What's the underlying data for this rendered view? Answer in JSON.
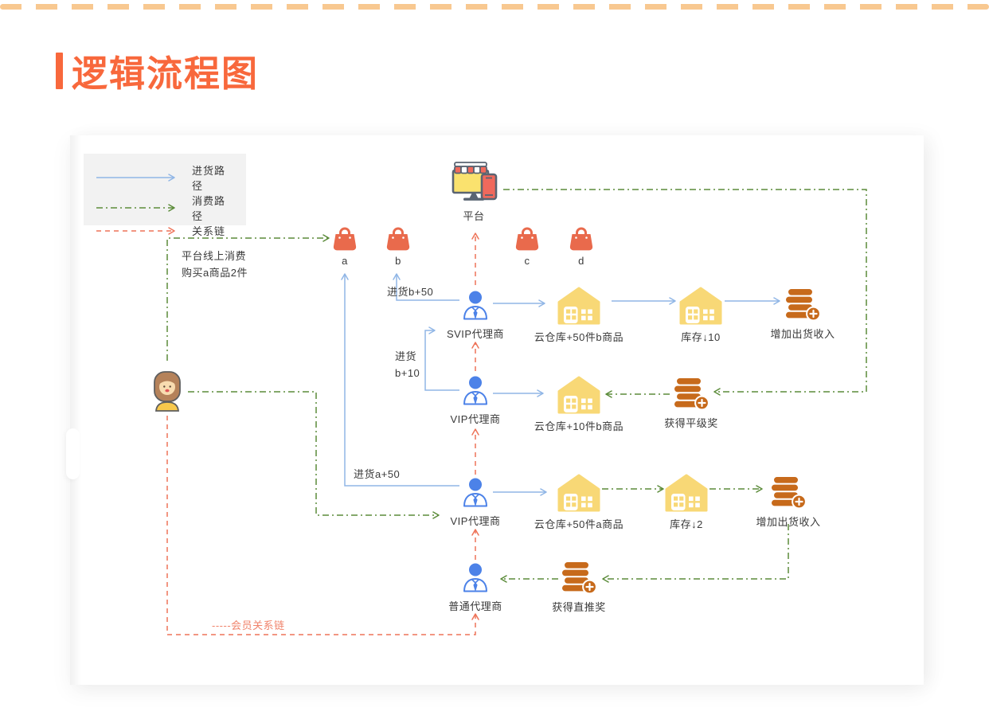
{
  "page": {
    "title": "逻辑流程图"
  },
  "colors": {
    "accent_orange": "#F8683C",
    "top_dash": "#F8C890",
    "path_blue": "#90B6E6",
    "path_green": "#5C8C3A",
    "path_red": "#EE7358",
    "member_text": "#F0846C",
    "person_blue": "#4C82E8",
    "warehouse_yellow": "#F8D876",
    "coin_orange": "#C76A1B",
    "bag_coral": "#E96A4C",
    "legend_bg": "#F2F2F2",
    "label_gray": "#3A3A3A"
  },
  "legend": {
    "purchase_path": "进货路径",
    "consume_path": "消费路径",
    "relation_chain": "关系链"
  },
  "nodes": {
    "platform": {
      "label": "平台"
    },
    "bag_a": {
      "label": "a"
    },
    "bag_b": {
      "label": "b"
    },
    "bag_c": {
      "label": "c"
    },
    "bag_d": {
      "label": "d"
    },
    "svip_agent": {
      "label": "SVIP代理商"
    },
    "warehouse_b50": {
      "label": "云仓库+50件b商品"
    },
    "stock_down_10": {
      "label": "库存↓10"
    },
    "income_top": {
      "label": "增加出货收入"
    },
    "vip_agent_b": {
      "label": "VIP代理商"
    },
    "warehouse_b10": {
      "label": "云仓库+10件b商品"
    },
    "peer_award": {
      "label": "获得平级奖"
    },
    "vip_agent_a": {
      "label": "VIP代理商"
    },
    "warehouse_a50": {
      "label": "云仓库+50件a商品"
    },
    "stock_down_2": {
      "label": "库存↓2"
    },
    "income_bottom": {
      "label": "增加出货收入"
    },
    "ordinary_agent": {
      "label": "普通代理商"
    },
    "direct_award": {
      "label": "获得直推奖"
    }
  },
  "annotations": {
    "consume_note_line1": "平台线上消费",
    "consume_note_line2": "购买a商品2件",
    "restock_b50": "进货b+50",
    "restock_b10_line1": "进货",
    "restock_b10_line2": "b+10",
    "restock_a50": "进货a+50",
    "member_chain": "-----会员关系链"
  }
}
